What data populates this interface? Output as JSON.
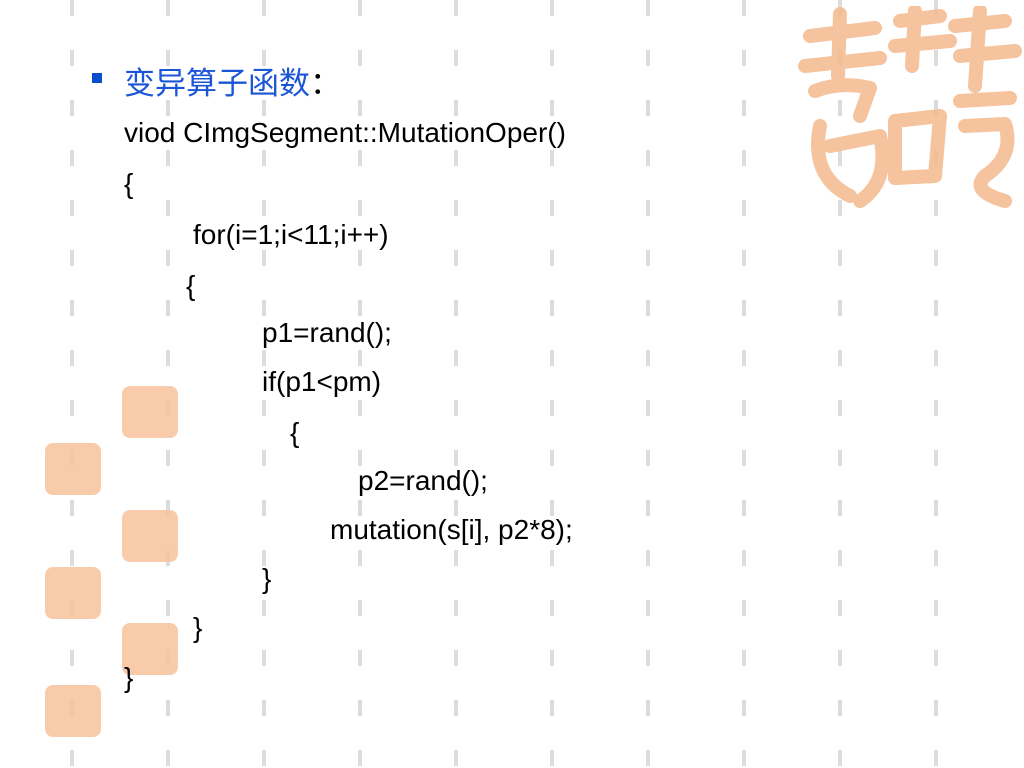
{
  "slide": {
    "heading": "变异算子函数",
    "heading_colon": "：",
    "code_lines": [
      "viod CImgSegment::MutationOper()",
      "{",
      "for(i=1;i<11;i++)",
      "{",
      "p1=rand();",
      "if(p1<pm)",
      "{",
      "p2=rand();",
      "mutation(s[i], p2*8);",
      "}",
      "}",
      "}"
    ]
  },
  "colors": {
    "heading": "#1a56d6",
    "bullet": "#0a4fc9",
    "stamp": "#f7c39c",
    "stripe": "#d9d9d9"
  },
  "decorations": {
    "stamp_icon": "auspicious-seal-icon"
  }
}
